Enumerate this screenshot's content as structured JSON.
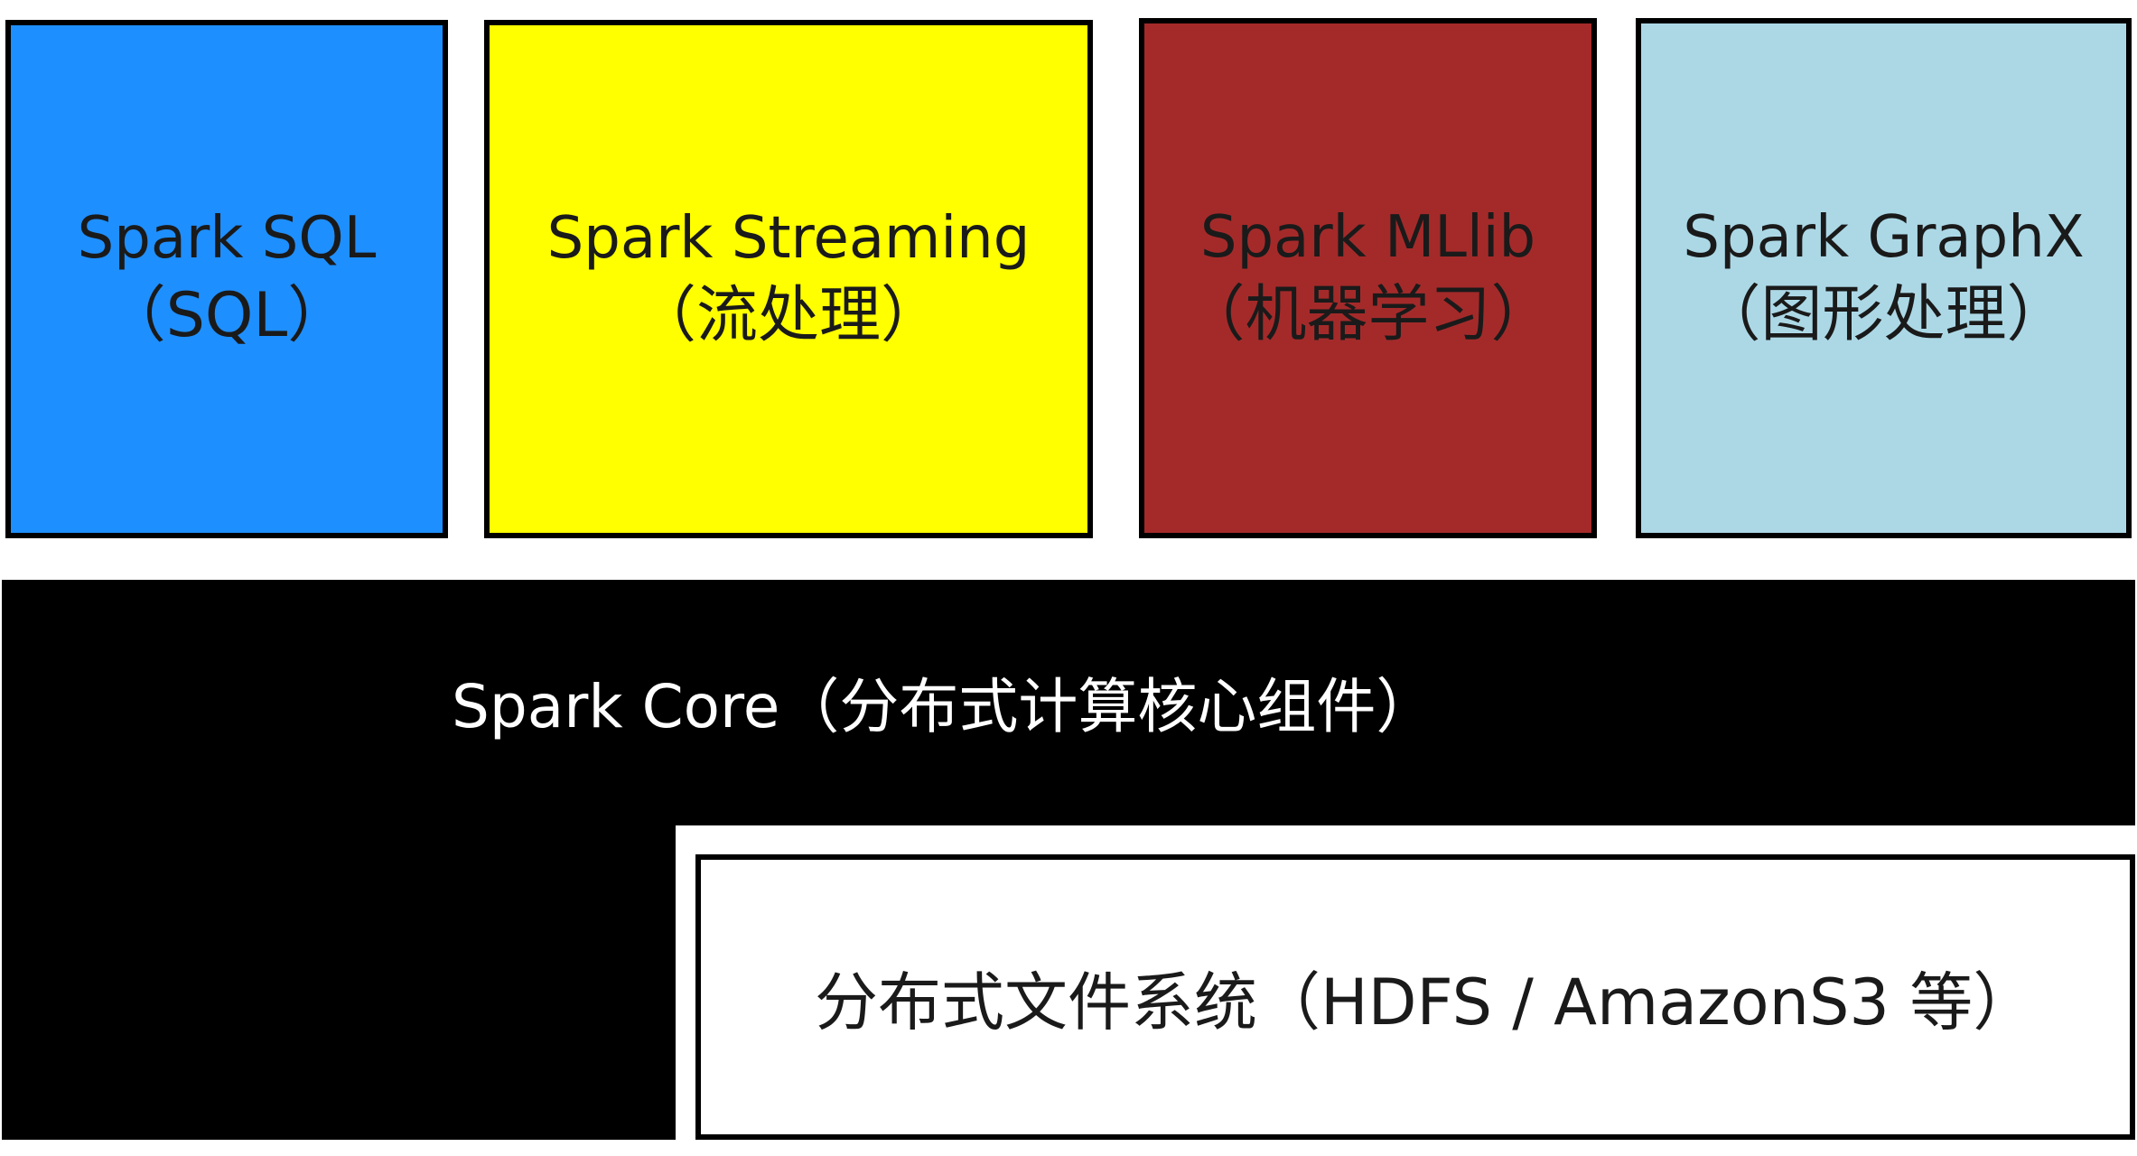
{
  "colors": {
    "sql": "#1e8fff",
    "streaming": "#ffff00",
    "mllib": "#a42a2a",
    "graphx": "#acd8e6",
    "core": "#000000",
    "filesystem": "#ffffff"
  },
  "modules": {
    "sql": {
      "name": "Spark SQL",
      "desc": "（SQL）"
    },
    "streaming": {
      "name": "Spark Streaming",
      "desc": "（流处理）"
    },
    "mllib": {
      "name": "Spark MLlib",
      "desc": "（机器学习）"
    },
    "graphx": {
      "name": "Spark GraphX",
      "desc": "（图形处理）"
    }
  },
  "core": {
    "label": "Spark Core（分布式计算核心组件）"
  },
  "filesystem": {
    "label": "分布式文件系统（HDFS / AmazonS3 等）"
  }
}
